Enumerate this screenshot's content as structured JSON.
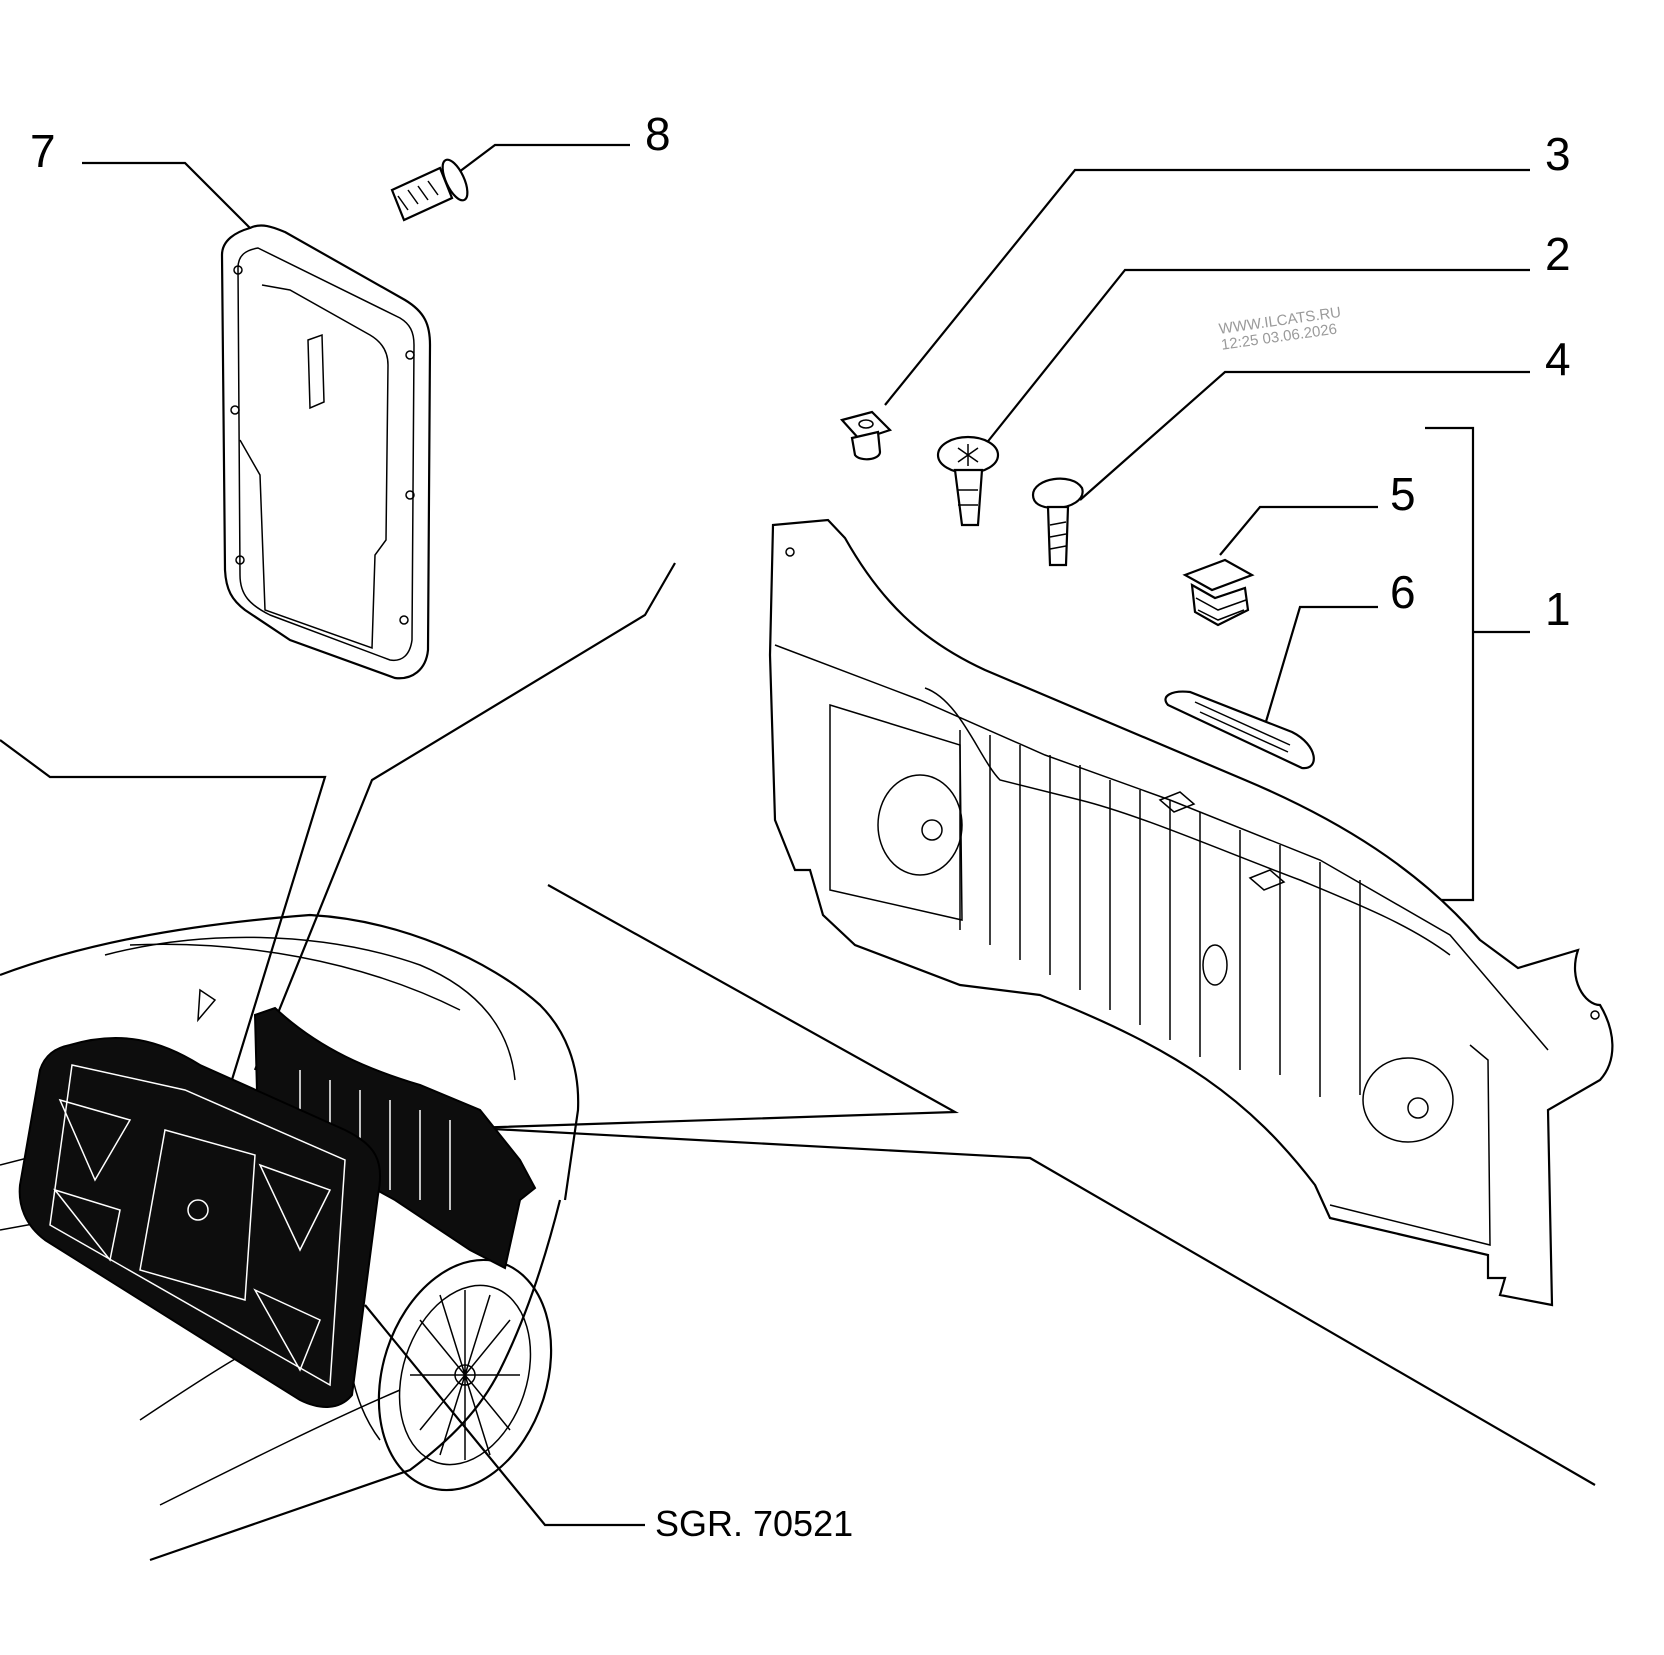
{
  "callouts": {
    "c1": "1",
    "c2": "2",
    "c3": "3",
    "c4": "4",
    "c5": "5",
    "c6": "6",
    "c7": "7",
    "c8": "8"
  },
  "reference": "SGR. 70521",
  "watermark": {
    "line1": "WWW.ILCATS.RU",
    "line2": "12:25 03.06.2026"
  },
  "colors": {
    "ink": "#000000",
    "paper": "#ffffff",
    "watermark": "#9a9a9a"
  }
}
